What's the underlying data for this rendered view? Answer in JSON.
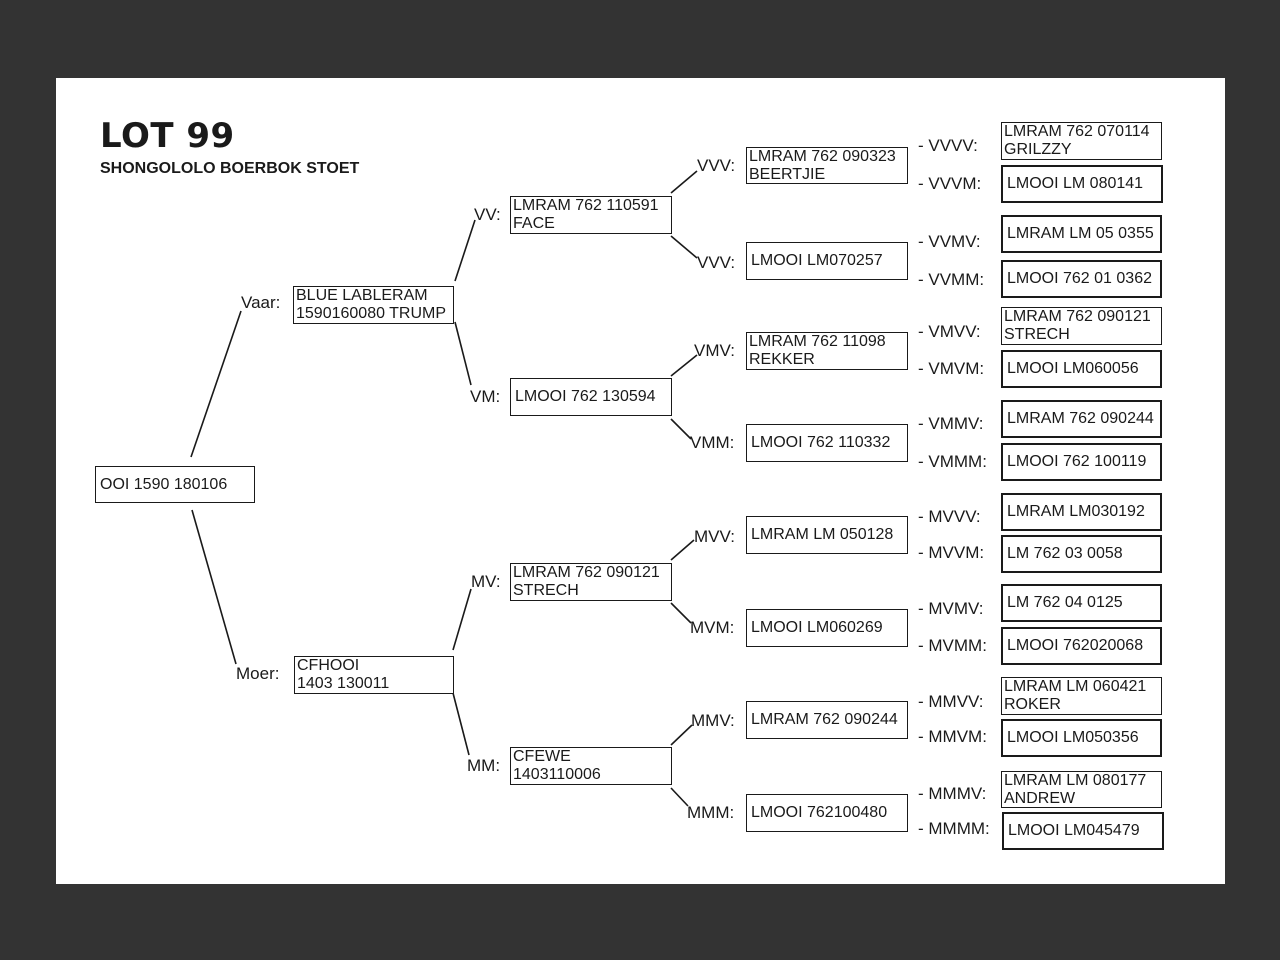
{
  "header": {
    "title": "LOT 99",
    "subtitle": "SHONGOLOLO BOERBOK STOET"
  },
  "pedigree": {
    "subject": {
      "line1": "OOI 1590 180106"
    },
    "sire": {
      "label": "Vaar:",
      "line1": "BLUE LABLERAM",
      "line2": "1590160080 TRUMP"
    },
    "dam": {
      "label": "Moer:",
      "line1": "CFHOOI",
      "line2": "1403 130011"
    },
    "vv": {
      "label": "VV:",
      "line1": "LMRAM 762 110591",
      "line2": "FACE"
    },
    "vm": {
      "label": "VM:",
      "line1": "LMOOI 762 130594"
    },
    "mv": {
      "label": "MV:",
      "line1": "LMRAM 762 090121",
      "line2": "STRECH"
    },
    "mm": {
      "label": "MM:",
      "line1": "CFEWE",
      "line2": "1403110006"
    },
    "vvv": {
      "label": "VVV:",
      "line1": "LMRAM 762 090323",
      "line2": "BEERTJIE"
    },
    "vvm": {
      "label": "VVV:",
      "line1": "LMOOI LM070257"
    },
    "vmv": {
      "label": "VMV:",
      "line1": "LMRAM 762 11098",
      "line2": "REKKER"
    },
    "vmm": {
      "label": "VMM:",
      "line1": "LMOOI 762 110332"
    },
    "mvv": {
      "label": "MVV:",
      "line1": "LMRAM LM 050128"
    },
    "mvm": {
      "label": "MVM:",
      "line1": "LMOOI LM060269"
    },
    "mmv": {
      "label": "MMV:",
      "line1": "LMRAM 762 090244"
    },
    "mmm": {
      "label": "MMM:",
      "line1": "LMOOI 762100480"
    },
    "vvvv": {
      "label": "- VVVV:",
      "line1": "LMRAM 762 070114",
      "line2": "GRILZZY"
    },
    "vvvm": {
      "label": "- VVVM:",
      "line1": "LMOOI LM 080141"
    },
    "vvmv": {
      "label": "- VVMV:",
      "line1": "LMRAM LM 05 0355"
    },
    "vvmm": {
      "label": "- VVMM:",
      "line1": "LMOOI 762 01 0362"
    },
    "vmvv": {
      "label": "- VMVV:",
      "line1": "LMRAM 762 090121",
      "line2": "STRECH"
    },
    "vmvm": {
      "label": "- VMVM:",
      "line1": "LMOOI LM060056"
    },
    "vmmv": {
      "label": "- VMMV:",
      "line1": "LMRAM 762 090244"
    },
    "vmmm": {
      "label": "- VMMM:",
      "line1": "LMOOI 762 100119"
    },
    "mvvv": {
      "label": "- MVVV:",
      "line1": "LMRAM LM030192"
    },
    "mvvm": {
      "label": "- MVVM:",
      "line1": "LM 762 03 0058"
    },
    "mvmv": {
      "label": "- MVMV:",
      "line1": "LM 762 04 0125"
    },
    "mvmm": {
      "label": "- MVMM:",
      "line1": "LMOOI 762020068"
    },
    "mmvv": {
      "label": "- MMVV:",
      "line1": "LMRAM LM 060421",
      "line2": "ROKER"
    },
    "mmvm": {
      "label": "- MMVM:",
      "line1": "LMOOI LM050356"
    },
    "mmmv": {
      "label": "- MMMV:",
      "line1": "LMRAM LM 080177",
      "line2": "ANDREW"
    },
    "mmmm": {
      "label": "- MMMM:",
      "line1": "LMOOI LM045479"
    }
  }
}
